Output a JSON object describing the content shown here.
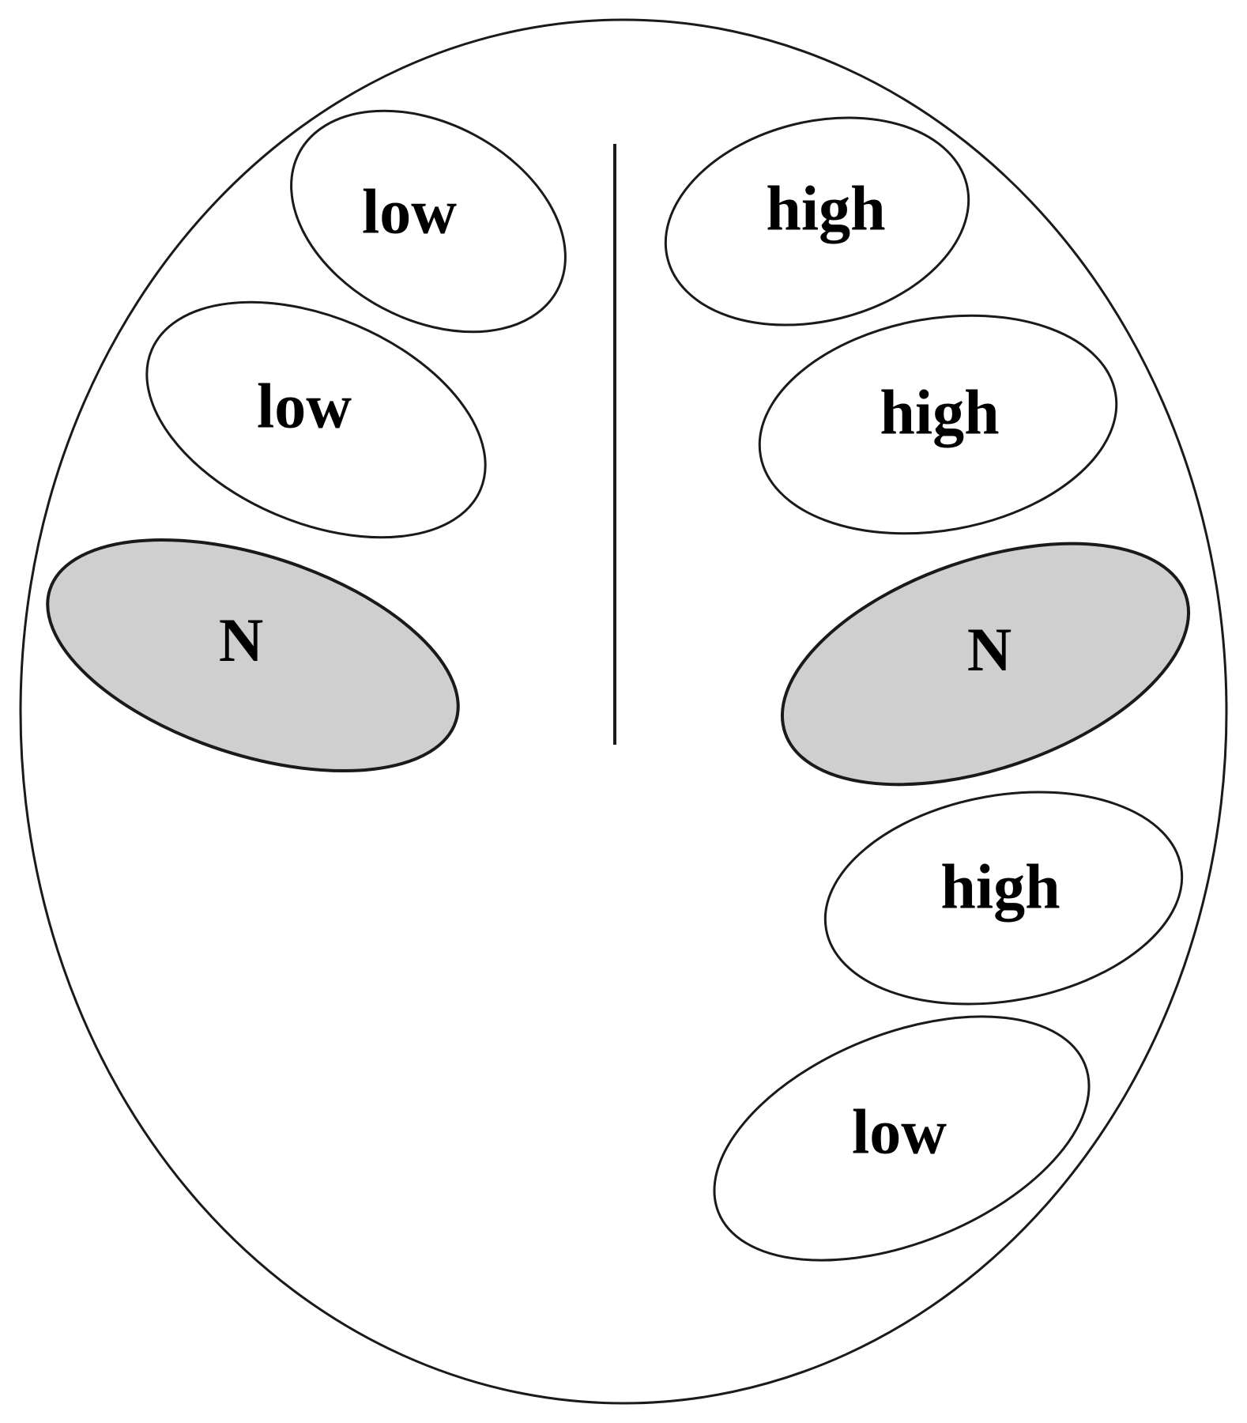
{
  "colors": {
    "background": "#ffffff",
    "stroke": "#1a1a1a",
    "neutral_fill": "#cfcfcf",
    "plain_fill": "#ffffff"
  },
  "regions": [
    {
      "id": "left-1",
      "label": "low",
      "type": "plain"
    },
    {
      "id": "left-2",
      "label": "low",
      "type": "plain"
    },
    {
      "id": "left-3",
      "label": "N",
      "type": "neutral"
    },
    {
      "id": "right-1",
      "label": "high",
      "type": "plain"
    },
    {
      "id": "right-2",
      "label": "high",
      "type": "plain"
    },
    {
      "id": "right-3",
      "label": "N",
      "type": "neutral"
    },
    {
      "id": "right-4",
      "label": "high",
      "type": "plain"
    },
    {
      "id": "right-5",
      "label": "low",
      "type": "plain"
    }
  ]
}
